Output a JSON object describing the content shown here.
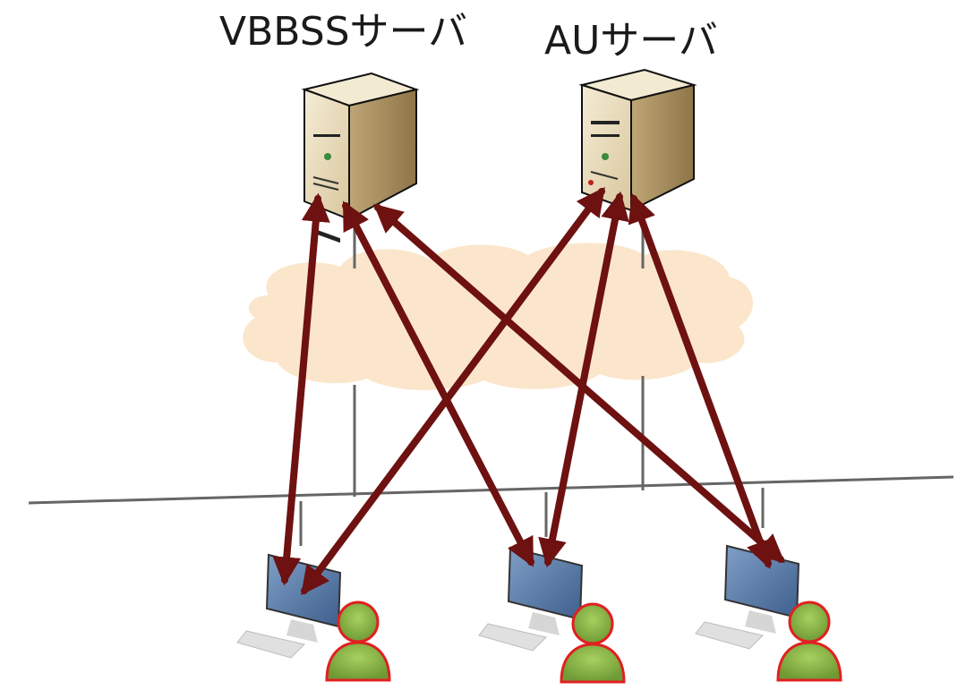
{
  "servers": [
    {
      "id": "vbbss",
      "label": "VBBSSサーバ",
      "icon": "server-tower-icon"
    },
    {
      "id": "au",
      "label": "AUサーバ",
      "icon": "server-tower-icon"
    }
  ],
  "clients": [
    {
      "id": "client-1",
      "icon": "desktop-computer-icon",
      "user_icon": "user-icon"
    },
    {
      "id": "client-2",
      "icon": "desktop-computer-icon",
      "user_icon": "user-icon"
    },
    {
      "id": "client-3",
      "icon": "desktop-computer-icon",
      "user_icon": "user-icon"
    }
  ],
  "network": {
    "icon": "cloud-icon"
  },
  "connections": [
    {
      "from": "vbbss",
      "to": "client-1",
      "bidirectional": true
    },
    {
      "from": "vbbss",
      "to": "client-2",
      "bidirectional": true
    },
    {
      "from": "vbbss",
      "to": "client-3",
      "bidirectional": true
    },
    {
      "from": "au",
      "to": "client-1",
      "bidirectional": true
    },
    {
      "from": "au",
      "to": "client-2",
      "bidirectional": true
    },
    {
      "from": "au",
      "to": "client-3",
      "bidirectional": true
    }
  ],
  "colors": {
    "arrow": "#6e1111",
    "cloud": "#fbe6cc",
    "server_body": "#e8dcc0",
    "server_side": "#b49b6e",
    "line": "#666666",
    "user_fill": "#86b04a",
    "user_outline": "#e02020",
    "screen": "#4a6e9a"
  }
}
